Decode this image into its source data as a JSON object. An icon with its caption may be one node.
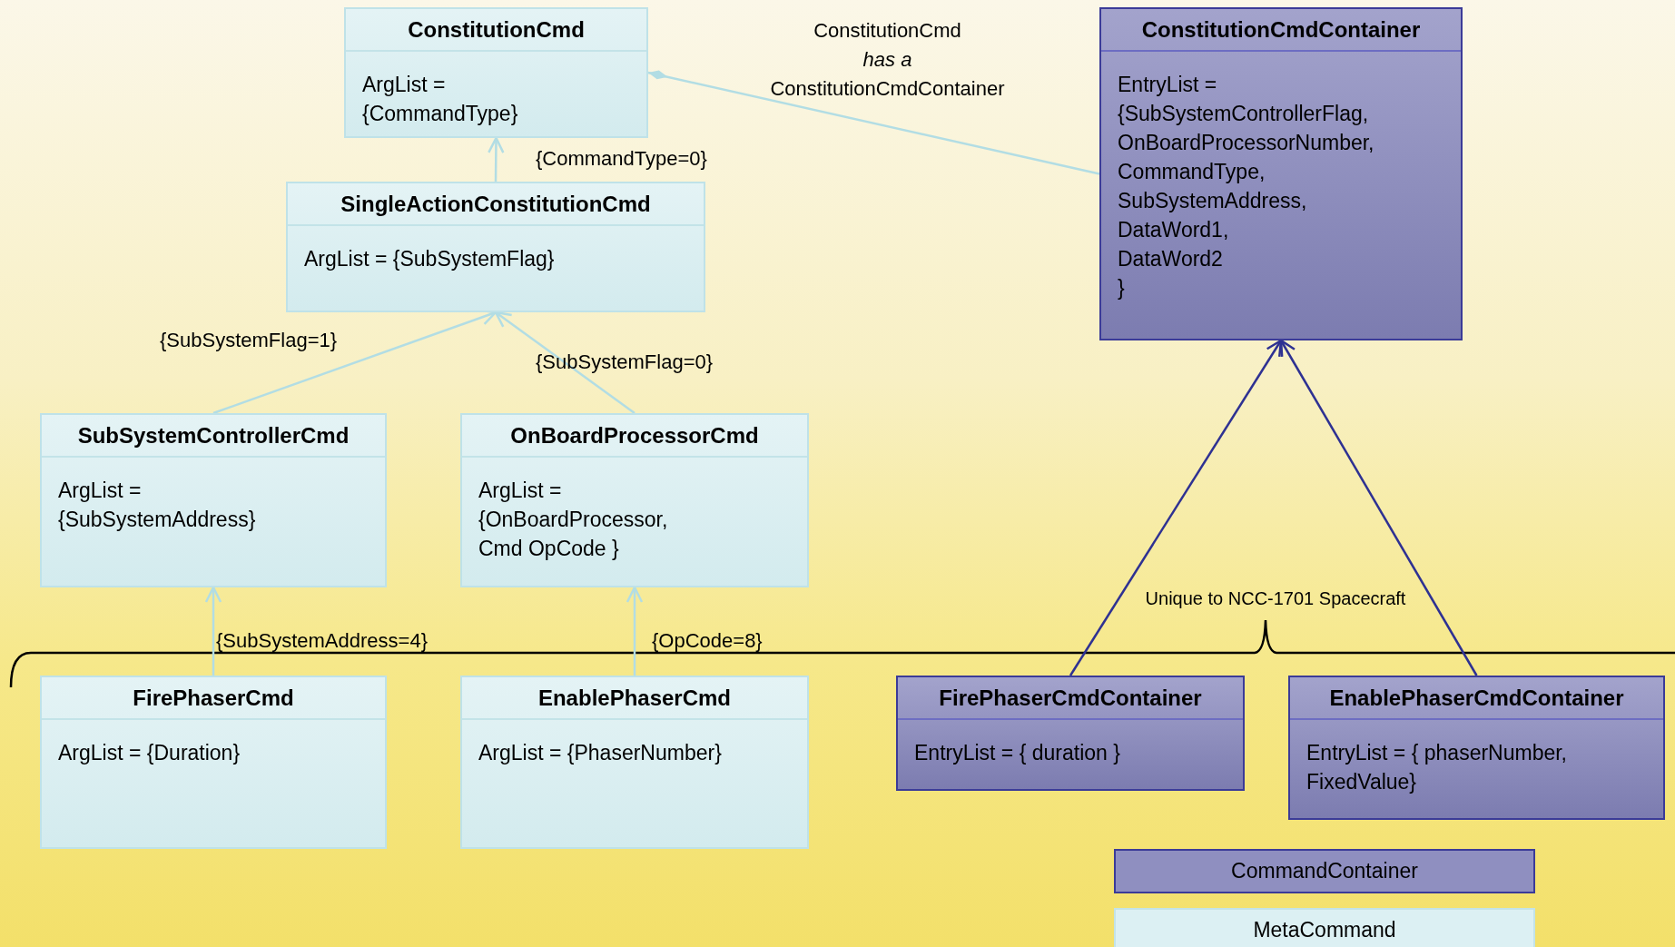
{
  "diagram": {
    "nodes": [
      {
        "text": [
          "ConstitutionCmd",
          "ArgList = {CommandType}"
        ]
      },
      {
        "text": [
          "ConstitutionCmdContainer",
          "EntryList = {SubSystemControllerFlag, OnBoardProcessorNumber, CommandType, SubSystemAddress, DataWord1, DataWord2 }"
        ]
      },
      {
        "text": [
          "SingleActionConstitutionCmd",
          "ArgList = {SubSystemFlag}"
        ]
      },
      {
        "text": [
          "SubSystemControllerCmd",
          "ArgList = {SubSystemAddress}"
        ]
      },
      {
        "text": [
          "OnBoardProcessorCmd",
          "ArgList = {OnBoardProcessor, Cmd OpCode }"
        ]
      },
      {
        "text": [
          "FirePhaserCmd",
          "ArgList = {Duration}"
        ]
      },
      {
        "text": [
          "EnablePhaserCmd",
          "ArgList = {PhaserNumber}"
        ]
      },
      {
        "text": [
          "FirePhaserCmdContainer",
          "EntryList = { duration }"
        ]
      },
      {
        "text": [
          "EnablePhaserCmdContainer",
          "EntryList = { phaserNumber, FixedValue}"
        ]
      }
    ],
    "edges": [
      {
        "from": 2,
        "to": 0,
        "arrow": "to",
        "label": "{CommandType=0}"
      },
      {
        "from": 3,
        "to": 2,
        "arrow": "to",
        "label": "{SubSystemFlag=1}"
      },
      {
        "from": 4,
        "to": 2,
        "arrow": "to",
        "label": "{SubSystemFlag=0}"
      },
      {
        "from": 5,
        "to": 3,
        "arrow": "to",
        "label": "{SubSystemAddress=4}"
      },
      {
        "from": 6,
        "to": 4,
        "arrow": "to",
        "label": "{OpCode=8}"
      },
      {
        "from": 7,
        "to": 1,
        "arrow": "to",
        "color": "#2e3192"
      },
      {
        "from": 8,
        "to": 1,
        "arrow": "to",
        "color": "#2e3192"
      },
      {
        "from": 0,
        "to": 1,
        "arrow": "other",
        "label": "ConstitutionCmd *has a* ConstitutionCmdContainer"
      }
    ],
    "labels": [
      "Unique to NCC-1701 Spacecraft"
    ],
    "legend": [
      {
        "text": "CommandContainer",
        "color": "#8f8fc0"
      },
      {
        "text": "MetaCommand",
        "color": "#dcf0f3"
      }
    ]
  }
}
